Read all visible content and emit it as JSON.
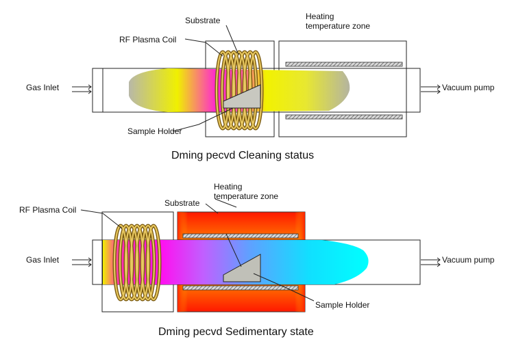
{
  "top_diagram": {
    "substrate": "Substrate",
    "heating_zone_line1": "Heating",
    "heating_zone_line2": "temperature zone",
    "rf_plasma_coil": "RF Plasma Coil",
    "gas_inlet": "Gas Inlet",
    "vacuum_pump": "Vacuum pump",
    "sample_holder": "Sample Holder",
    "caption": "Dming pecvd Cleaning status"
  },
  "bottom_diagram": {
    "heating_zone_line1": "Heating",
    "heating_zone_line2": "temperature zone",
    "substrate": "Substrate",
    "rf_plasma_coil": "RF Plasma Coil",
    "gas_inlet": "Gas Inlet",
    "vacuum_pump": "Vacuum pump",
    "sample_holder": "Sample Holder",
    "caption": "Dming pecvd Sedimentary state"
  },
  "colors": {
    "plasma_yellow": "#f2f200",
    "plasma_magenta": "#ff1ae0",
    "gas_gray": "#b4b4a0",
    "deposit_cyan": "#00f0ff",
    "furnace_red": "#ff2000",
    "furnace_orange": "#ffb000",
    "coil_gold": "#e8c860"
  }
}
